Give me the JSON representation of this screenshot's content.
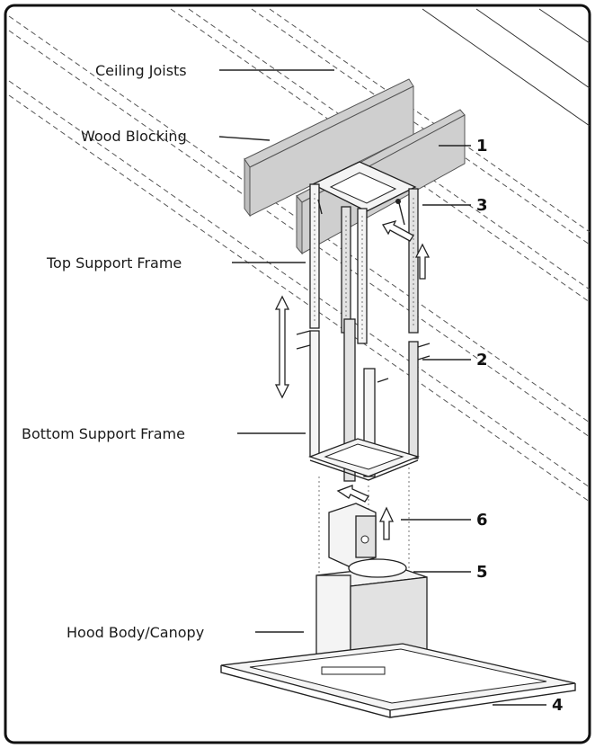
{
  "labels": {
    "ceiling_joists": "Ceiling Joists",
    "wood_blocking": "Wood Blocking",
    "top_support_frame": "Top Support Frame",
    "bottom_support_frame": "Bottom Support Frame",
    "hood_body_canopy": "Hood Body/Canopy"
  },
  "callouts": {
    "n1": "1",
    "n2": "2",
    "n3": "3",
    "n4": "4",
    "n5": "5",
    "n6": "6"
  }
}
